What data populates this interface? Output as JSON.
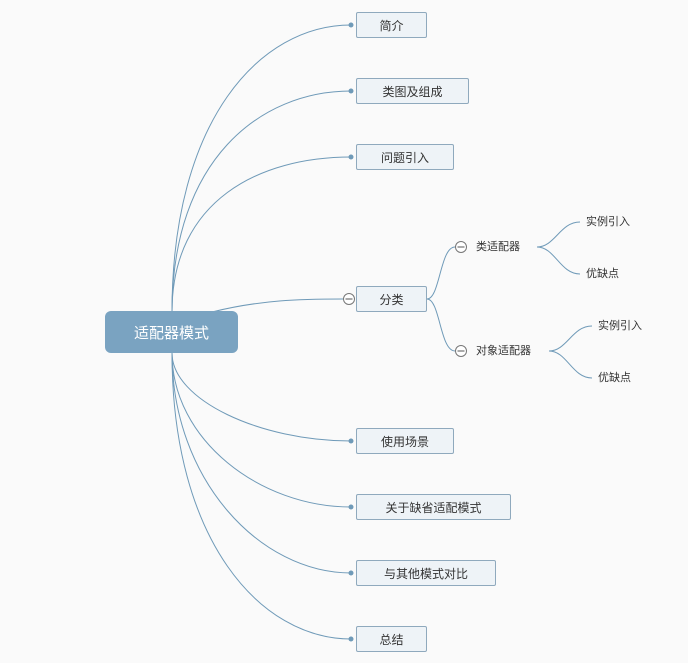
{
  "root": {
    "label": "适配器模式"
  },
  "branches": [
    {
      "label": "简介"
    },
    {
      "label": "类图及组成"
    },
    {
      "label": "问题引入"
    },
    {
      "label": "分类"
    },
    {
      "label": "使用场景"
    },
    {
      "label": "关于缺省适配模式"
    },
    {
      "label": "与其他模式对比"
    },
    {
      "label": "总结"
    }
  ],
  "classification": {
    "children": [
      {
        "label": "类适配器",
        "children": [
          {
            "label": "实例引入"
          },
          {
            "label": "优缺点"
          }
        ]
      },
      {
        "label": "对象适配器",
        "children": [
          {
            "label": "实例引入"
          },
          {
            "label": "优缺点"
          }
        ]
      }
    ]
  },
  "colors": {
    "root_fill": "#7aa3c1",
    "line": "#6f9ab8",
    "topic_fill": "#eef3f7",
    "topic_border": "#8fa9bd"
  }
}
